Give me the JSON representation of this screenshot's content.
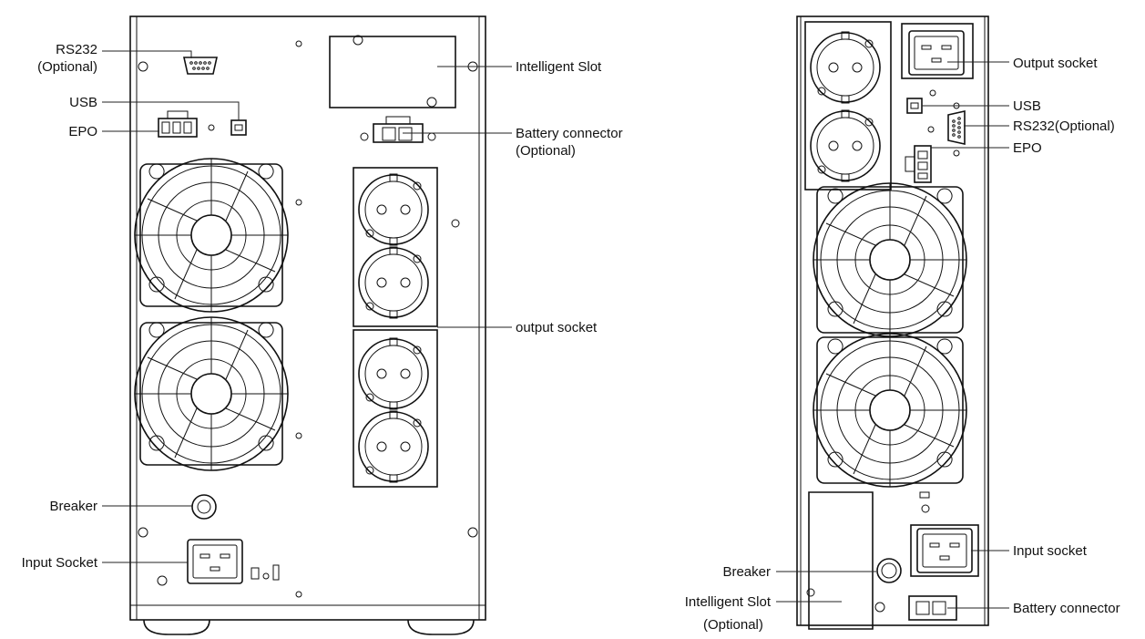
{
  "left_unit": {
    "labels": {
      "rs232_line1": "RS232",
      "rs232_line2": "(Optional)",
      "usb": "USB",
      "epo": "EPO",
      "intelligent_slot": "Intelligent Slot",
      "battery_connector_line1": "Battery connector",
      "battery_connector_line2": "(Optional)",
      "output_socket": "output socket",
      "breaker": "Breaker",
      "input_socket": "Input Socket"
    }
  },
  "right_unit": {
    "labels": {
      "output_socket": "Output socket",
      "usb": "USB",
      "rs232": "RS232(Optional)",
      "epo": "EPO",
      "input_socket": "Input socket",
      "breaker": "Breaker",
      "intelligent_slot_line1": "Intelligent Slot",
      "intelligent_slot_line2": "(Optional)",
      "battery_connector": "Battery connector"
    }
  },
  "colors": {
    "line": "#111111",
    "background": "#ffffff"
  }
}
